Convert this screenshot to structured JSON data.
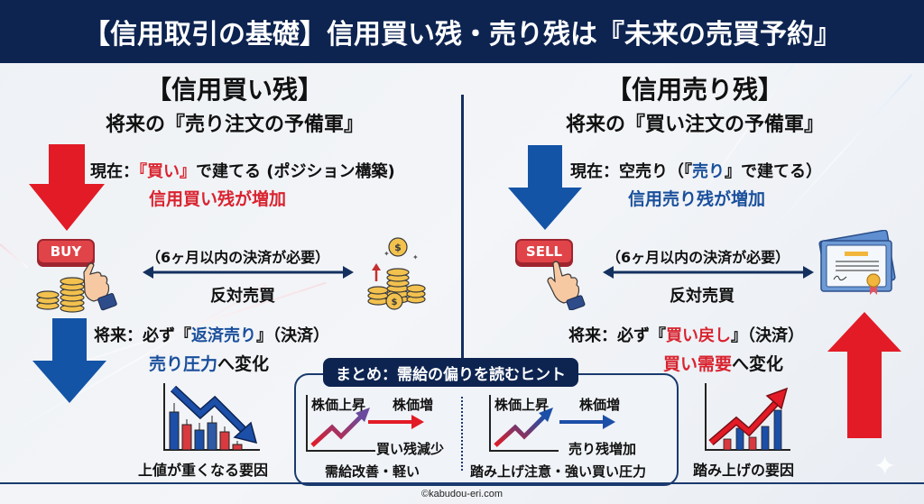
{
  "header": {
    "title": "【信用取引の基礎】信用買い残・売り残は『未来の売買予約』"
  },
  "colors": {
    "navy": "#0d2451",
    "red": "#d9232f",
    "blue": "#1a4f9c",
    "background": "#eef1f5"
  },
  "left": {
    "title": "【信用買い残】",
    "subtitle": "将来の『売り注文の予備軍』",
    "now_prefix": "現在：",
    "now_highlight": "『買い』",
    "now_suffix": "で建てる (ポジション構築)",
    "now_result": "信用買い残が増加",
    "button_label": "BUY",
    "deadline": "（6ヶ月以内の決済が必要）",
    "reverse_trade": "反対売買",
    "future_prefix": "将来：必ず『",
    "future_highlight": "返済売り",
    "future_suffix": "』（決済）",
    "change_highlight": "売り圧力",
    "change_suffix": "へ変化",
    "chart_caption": "上値が重くなる要因",
    "icons": [
      "arrow-down-red-icon",
      "buy-button-hand-icon",
      "coin-stacks-icon",
      "rising-coins-icon",
      "arrow-down-blue-icon",
      "falling-candlestick-chart-icon"
    ]
  },
  "right": {
    "title": "【信用売り残】",
    "subtitle": "将来の『買い注文の予備軍』",
    "now_prefix": "現在：空売り（『",
    "now_highlight": "売り",
    "now_suffix": "』で建てる）",
    "now_result": "信用売り残が増加",
    "button_label": "SELL",
    "deadline": "（6ヶ月以内の決済が必要）",
    "reverse_trade": "反対売買",
    "future_prefix": "将来：必ず『",
    "future_highlight": "買い戻し",
    "future_suffix": "』（決済）",
    "change_highlight": "買い需要",
    "change_suffix": "へ変化",
    "chart_caption": "踏み上げの要因",
    "icons": [
      "arrow-down-blue-icon",
      "sell-button-hand-icon",
      "certificate-icon",
      "arrow-up-red-icon",
      "rising-bar-chart-icon"
    ]
  },
  "summary": {
    "label": "まとめ：需給の偏りを読むヒント",
    "left": {
      "price_up": "株価上昇",
      "price_more": "株価増",
      "change": "買い残減少",
      "conclusion": "需給改善・軽い"
    },
    "right": {
      "price_up": "株価上昇",
      "price_more": "株価増",
      "change": "売り残増加",
      "conclusion": "踏み上げ注意・強い買い圧力"
    }
  },
  "footer": {
    "copyright": "©kabudou-eri.com"
  }
}
